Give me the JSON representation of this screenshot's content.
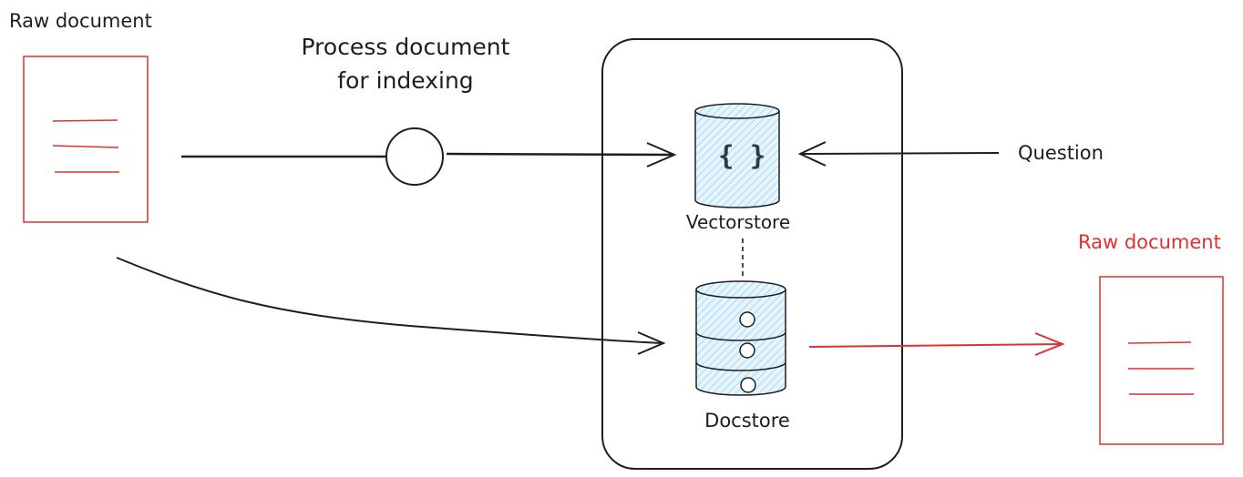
{
  "labels": {
    "raw_document_input": "Raw document",
    "process_line1": "Process document",
    "process_line2": "for indexing",
    "question": "Question",
    "vectorstore": "Vectorstore",
    "docstore": "Docstore",
    "raw_document_output": "Raw document",
    "vectorstore_glyph": "{ }"
  },
  "colors": {
    "ink": "#1e1e1e",
    "accent_red": "#e03131",
    "store_fill": "#d0ebff",
    "store_hatch": "#a5d8ff"
  },
  "icons": {
    "vectorstore": "vectorstore-cylinder-icon",
    "docstore": "database-icon",
    "process": "process-circle-icon",
    "document": "document-icon"
  }
}
